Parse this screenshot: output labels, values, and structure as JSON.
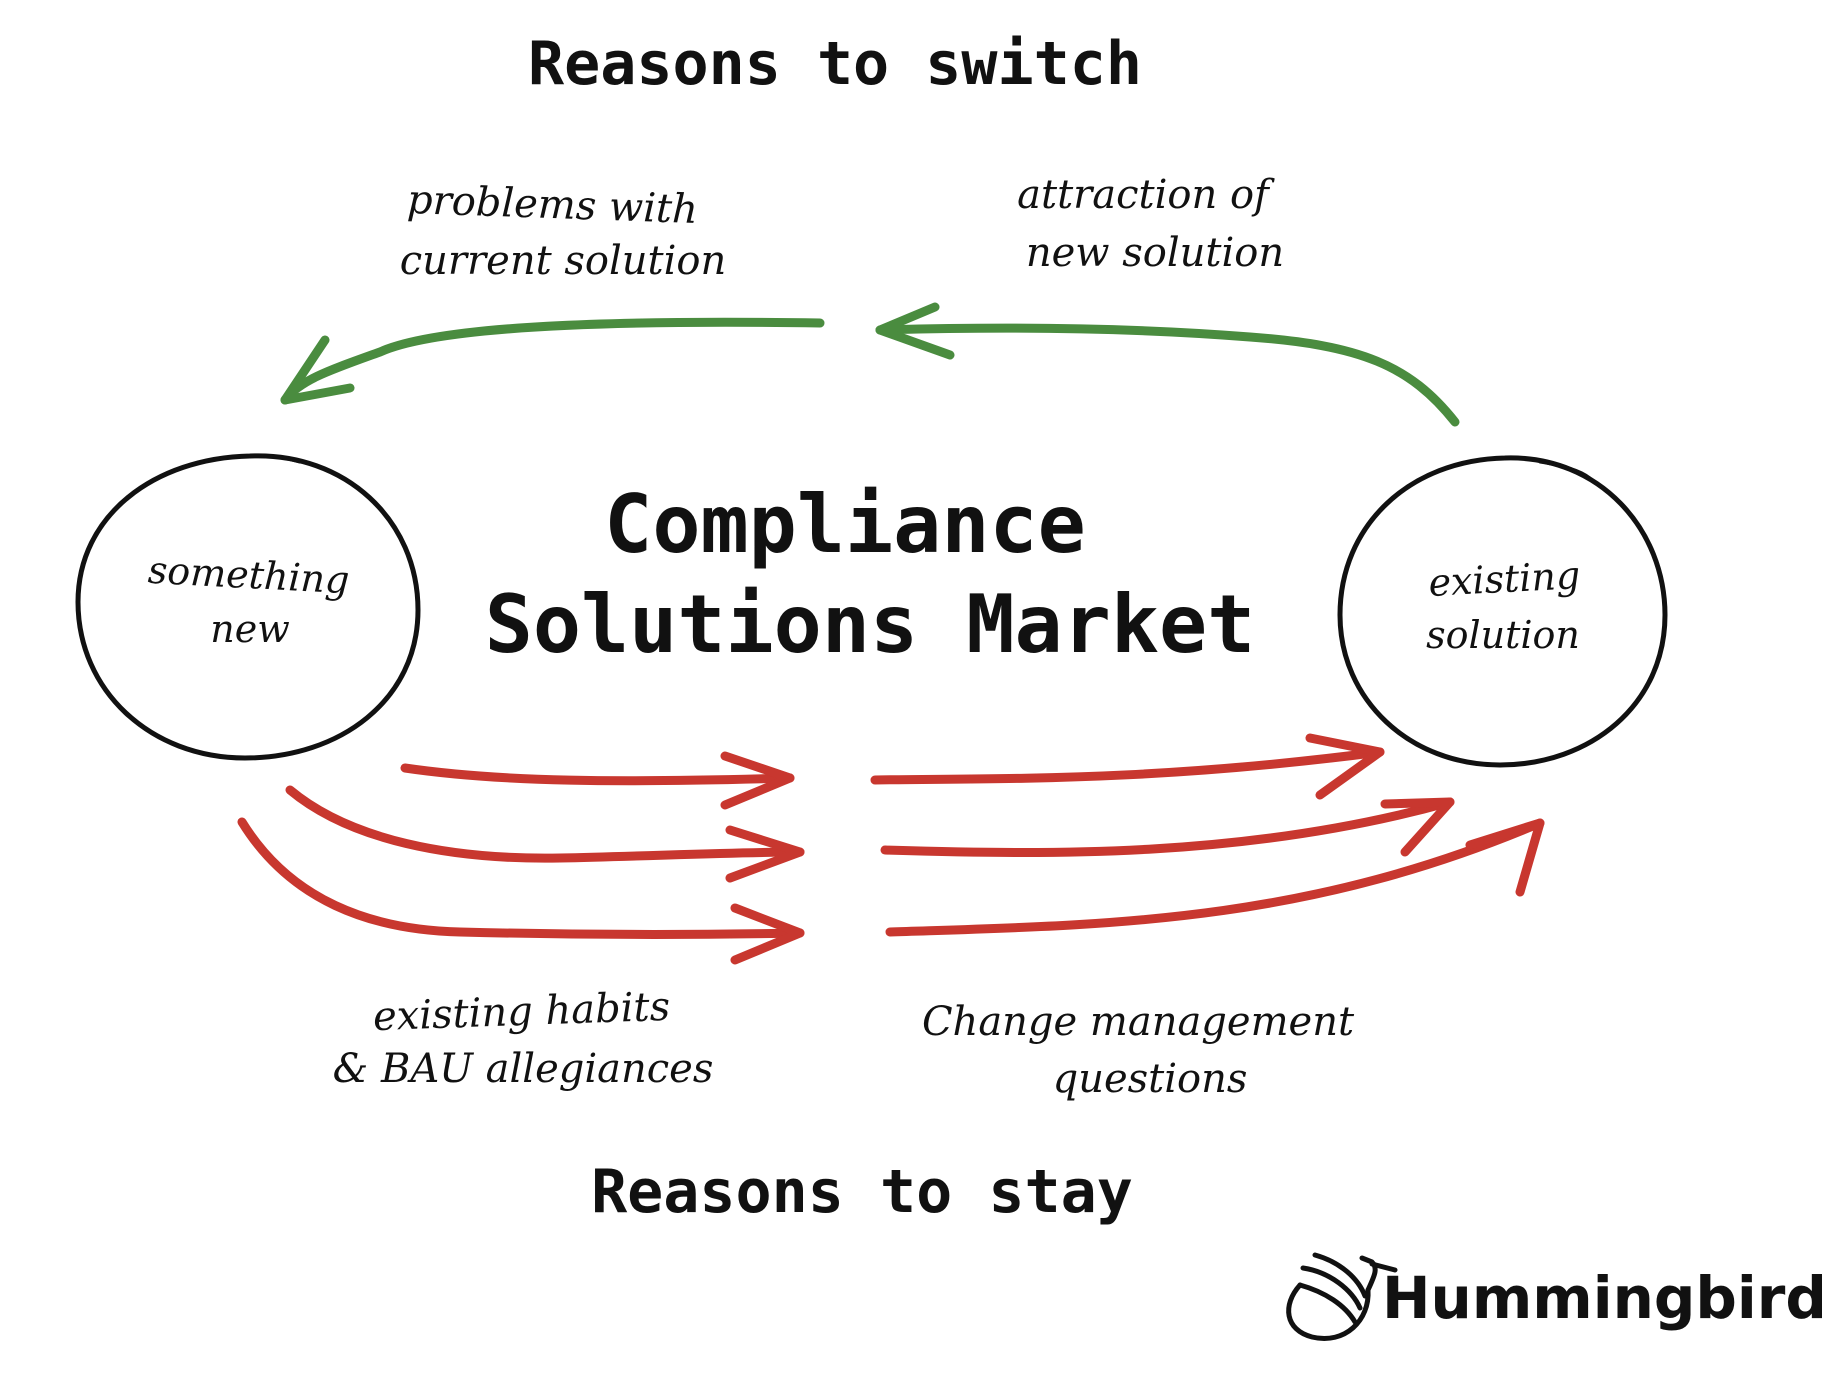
{
  "diagram": {
    "title_line1": "Compliance",
    "title_line2": "Solutions Market",
    "top_heading": "Reasons to switch",
    "bottom_heading": "Reasons to stay",
    "nodes": {
      "left": {
        "line1": "something",
        "line2": "new"
      },
      "right": {
        "line1": "existing",
        "line2": "solution"
      }
    },
    "forces": {
      "push": {
        "line1": "problems with",
        "line2": "current solution"
      },
      "pull": {
        "line1": "attraction of",
        "line2": "new solution"
      },
      "habits": {
        "line1": "existing habits",
        "line2": "& BAU allegiances"
      },
      "anxiety": {
        "line1": "Change management",
        "line2": "questions"
      }
    },
    "colors": {
      "switch_arrows": "#4a8c3f",
      "stay_arrows": "#c8372f",
      "ink": "#111111"
    }
  },
  "brand": {
    "name": "Hummingbird",
    "icon": "hummingbird-logo-icon"
  }
}
